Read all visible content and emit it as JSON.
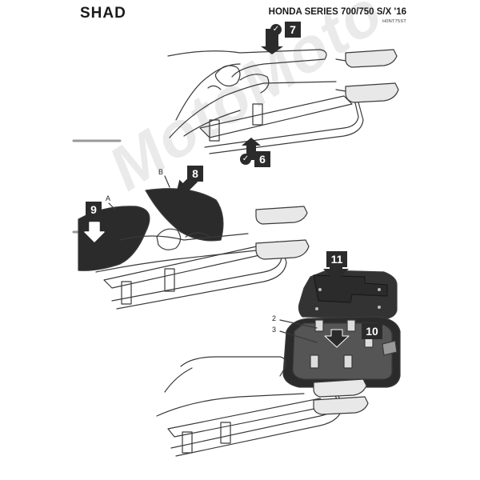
{
  "header": {
    "brand": "SHAD",
    "model_title": "HONDA SERIES 700/750 S/X '16",
    "model_code": "H0NT75ST"
  },
  "steps": {
    "step6": "6",
    "step7": "7",
    "step8": "8",
    "step9": "9",
    "step10": "10",
    "step11": "11"
  },
  "check_glyph": "✓",
  "labels": {
    "a": "A",
    "b": "B",
    "part2": "2",
    "part3": "3"
  },
  "watermark": "MotoMoto",
  "colors": {
    "ink": "#2b2b2b",
    "line": "#3a3a3a",
    "background": "#ffffff"
  }
}
